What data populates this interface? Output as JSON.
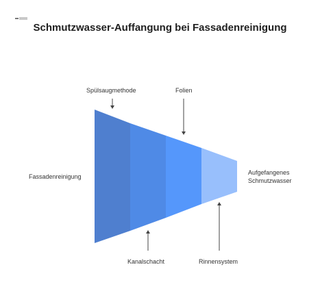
{
  "title": "Schmutzwasser-Auffangung bei Fassadenreinigung",
  "labels": {
    "left": "Fassadenreinigung",
    "right_line1": "Aufgefangenes",
    "right_line2": "Schmutzwasser",
    "top_1": "Spülsaugmethode",
    "top_2": "Folien",
    "bottom_1": "Kanalschacht",
    "bottom_2": "Rinnensystem"
  },
  "colors": {
    "segment_1": "#4f7fcf",
    "segment_2": "#4f8ae6",
    "segment_3": "#5597fb",
    "segment_4": "#98bffc",
    "arrow": "#444444"
  },
  "logo_icon": "brand-logo-icon"
}
